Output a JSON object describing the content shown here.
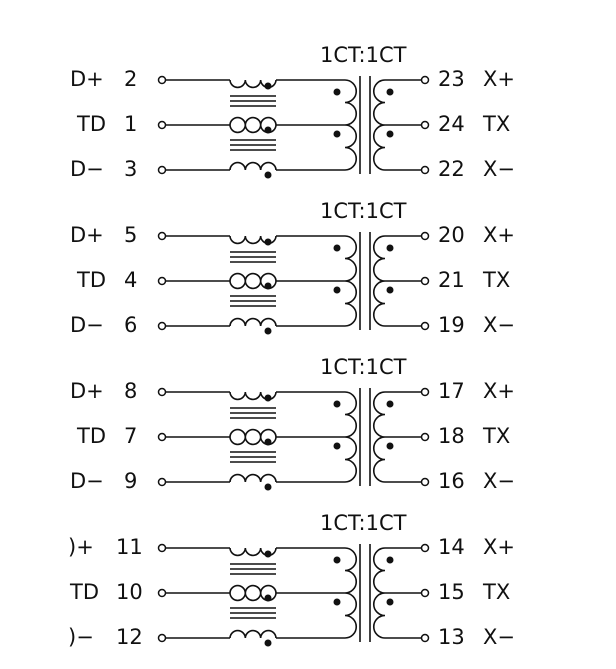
{
  "channels": [
    {
      "ratio": "1CT:1CT",
      "left": [
        {
          "label": "D+",
          "pin": "2"
        },
        {
          "label": "TD",
          "pin": "1"
        },
        {
          "label": "D−",
          "pin": "3"
        }
      ],
      "right": [
        {
          "pin": "23",
          "label": "X+"
        },
        {
          "pin": "24",
          "label": "TX"
        },
        {
          "pin": "22",
          "label": "X−"
        }
      ]
    },
    {
      "ratio": "1CT:1CT",
      "left": [
        {
          "label": "D+",
          "pin": "5"
        },
        {
          "label": "TD",
          "pin": "4"
        },
        {
          "label": "D−",
          "pin": "6"
        }
      ],
      "right": [
        {
          "pin": "20",
          "label": "X+"
        },
        {
          "pin": "21",
          "label": "TX"
        },
        {
          "pin": "19",
          "label": "X−"
        }
      ]
    },
    {
      "ratio": "1CT:1CT",
      "left": [
        {
          "label": "D+",
          "pin": "8"
        },
        {
          "label": "TD",
          "pin": "7"
        },
        {
          "label": "D−",
          "pin": "9"
        }
      ],
      "right": [
        {
          "pin": "17",
          "label": "X+"
        },
        {
          "pin": "18",
          "label": "TX"
        },
        {
          "pin": "16",
          "label": "X−"
        }
      ]
    },
    {
      "ratio": "1CT:1CT",
      "left": [
        {
          "label": ")+",
          "pin": "11"
        },
        {
          "label": "TD",
          "pin": "10"
        },
        {
          "label": ")−",
          "pin": "12"
        }
      ],
      "right": [
        {
          "pin": "14",
          "label": "X+"
        },
        {
          "pin": "15",
          "label": "TX"
        },
        {
          "pin": "13",
          "label": "X−"
        }
      ]
    }
  ],
  "colors": {
    "ink": "#111111",
    "background": "#ffffff"
  }
}
